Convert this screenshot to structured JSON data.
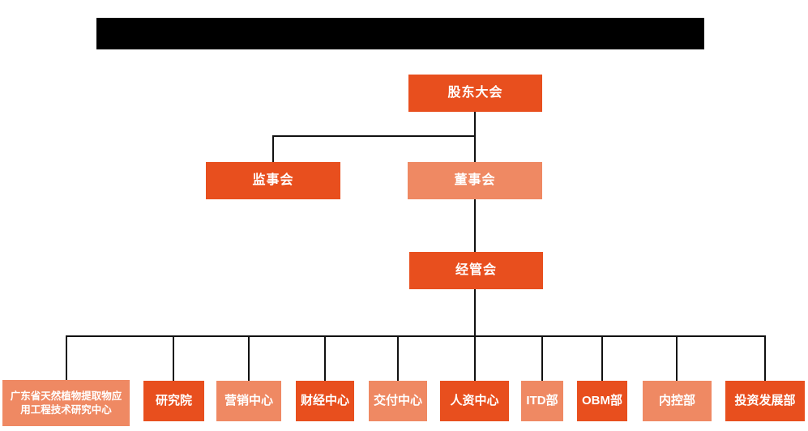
{
  "colors": {
    "background": "#ffffff",
    "node_primary": "#e84f1e",
    "node_secondary": "#ef8963",
    "node_text": "#ffffff",
    "connector": "#111111",
    "redaction": "#000000"
  },
  "header": {
    "redacted_title_bar": true
  },
  "org": {
    "type": "org-tree",
    "levels": [
      {
        "nodes": [
          {
            "id": "shareholders",
            "label": "股东大会",
            "variant": "primary"
          }
        ]
      },
      {
        "nodes": [
          {
            "id": "supervisory-board",
            "label": "监事会",
            "variant": "primary"
          },
          {
            "id": "board-of-directors",
            "label": "董事会",
            "variant": "secondary"
          }
        ]
      },
      {
        "nodes": [
          {
            "id": "management-committee",
            "label": "经管会",
            "variant": "primary"
          }
        ]
      },
      {
        "nodes": [
          {
            "id": "gd-natural-plant-extract-center",
            "label": "广东省天然植物提取物应用工程技术研究中心",
            "variant": "secondary"
          },
          {
            "id": "research-institute",
            "label": "研究院",
            "variant": "primary"
          },
          {
            "id": "marketing-center",
            "label": "营销中心",
            "variant": "secondary"
          },
          {
            "id": "finance-center",
            "label": "财经中心",
            "variant": "primary"
          },
          {
            "id": "delivery-center",
            "label": "交付中心",
            "variant": "secondary"
          },
          {
            "id": "hr-center",
            "label": "人资中心",
            "variant": "primary"
          },
          {
            "id": "itd-dept",
            "label": "ITD部",
            "variant": "secondary"
          },
          {
            "id": "obm-dept",
            "label": "OBM部",
            "variant": "primary"
          },
          {
            "id": "internal-control-dept",
            "label": "内控部",
            "variant": "secondary"
          },
          {
            "id": "investment-development-dept",
            "label": "投资发展部",
            "variant": "primary"
          }
        ]
      }
    ],
    "edges": [
      {
        "from": "shareholders",
        "to": "supervisory-board"
      },
      {
        "from": "shareholders",
        "to": "board-of-directors"
      },
      {
        "from": "board-of-directors",
        "to": "management-committee"
      },
      {
        "from": "management-committee",
        "to": "gd-natural-plant-extract-center"
      },
      {
        "from": "management-committee",
        "to": "research-institute"
      },
      {
        "from": "management-committee",
        "to": "marketing-center"
      },
      {
        "from": "management-committee",
        "to": "finance-center"
      },
      {
        "from": "management-committee",
        "to": "delivery-center"
      },
      {
        "from": "management-committee",
        "to": "hr-center"
      },
      {
        "from": "management-committee",
        "to": "itd-dept"
      },
      {
        "from": "management-committee",
        "to": "obm-dept"
      },
      {
        "from": "management-committee",
        "to": "internal-control-dept"
      },
      {
        "from": "management-committee",
        "to": "investment-development-dept"
      }
    ]
  }
}
